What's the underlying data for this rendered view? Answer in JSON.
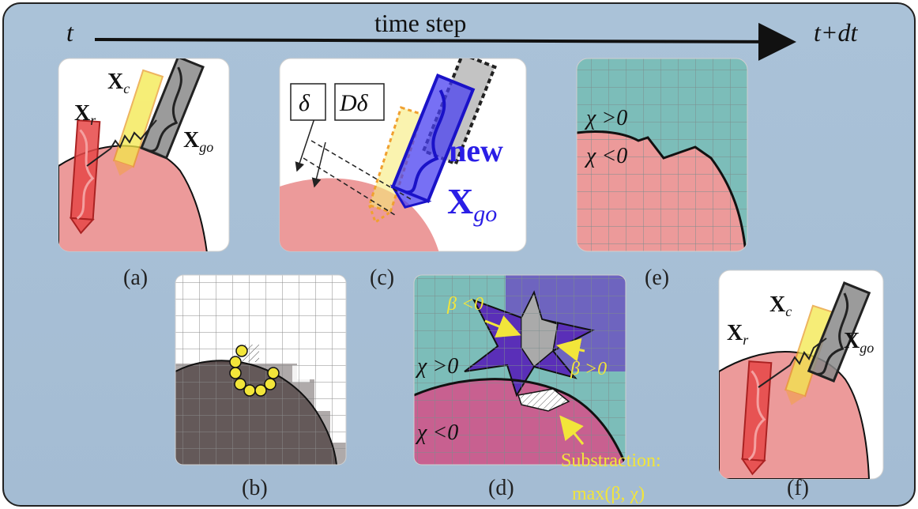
{
  "header": {
    "t_start": "t",
    "title": "time step",
    "t_end": "t+dt"
  },
  "panels": {
    "a": {
      "caption": "(a)",
      "x_r": "X",
      "x_r_sub": "r",
      "x_c": "X",
      "x_c_sub": "c",
      "x_go": "X",
      "x_go_sub": "go"
    },
    "b": {
      "caption": "(b)"
    },
    "c": {
      "caption": "(c)",
      "delta": "δ",
      "d_delta": "Dδ",
      "new": "new",
      "x_go": "X",
      "x_go_sub": "go"
    },
    "d": {
      "caption": "(d)",
      "beta_neg": "β <0",
      "beta_pos": "β >0",
      "chi_pos": "χ >0",
      "chi_neg": "χ <0",
      "subtraction": "Substraction:",
      "max_expr": "max(β, χ)"
    },
    "e": {
      "caption": "(e)",
      "chi_pos": "χ >0",
      "chi_neg": "χ <0"
    },
    "f": {
      "caption": "(f)",
      "x_r": "X",
      "x_r_sub": "r",
      "x_c": "X",
      "x_c_sub": "c",
      "x_go": "X",
      "x_go_sub": "go"
    }
  },
  "colors": {
    "background": "#a9c0d6",
    "pink_body": "#ec9a9a",
    "teal_region": "#7cbdb9",
    "yellow_label": "#f2e53a",
    "blue_new": "#2a1ee6"
  }
}
